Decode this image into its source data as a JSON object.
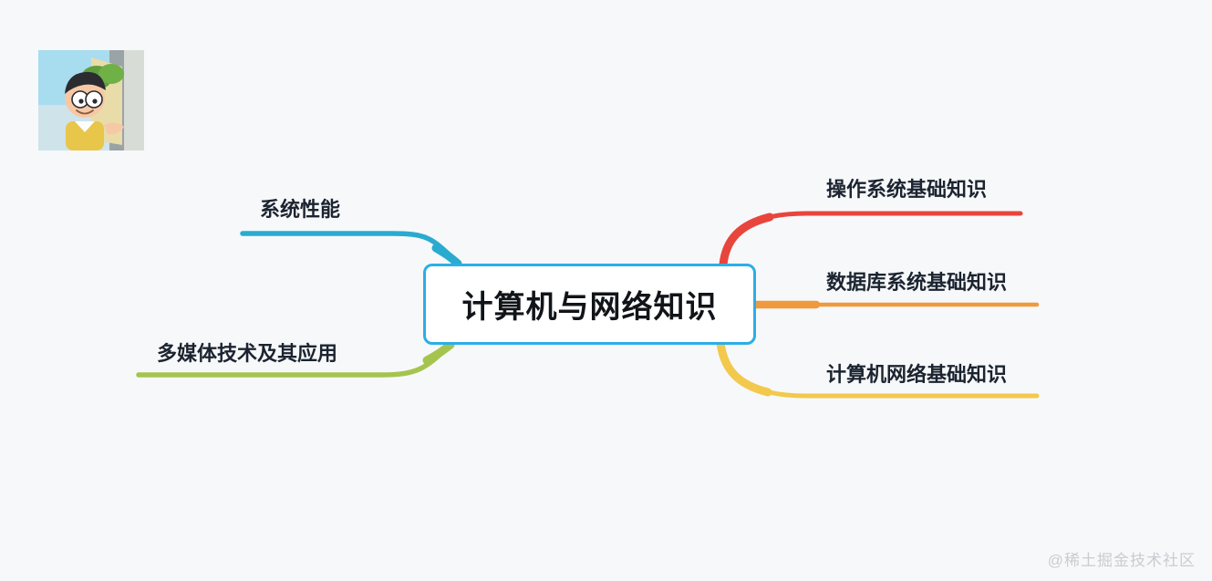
{
  "page": {
    "background_color": "#f7f8fa",
    "watermark": "@稀土掘金技术社区"
  },
  "avatar": {
    "name": "cartoon-character-avatar",
    "description": "动漫人物头像"
  },
  "mindmap": {
    "center": {
      "label": "计算机与网络知识",
      "border_color": "#2baee8",
      "fill_color": "#ffffff",
      "text_color": "#111418"
    },
    "branches": [
      {
        "id": "system-performance",
        "label": "系统性能",
        "color": "#29abd0",
        "side": "left",
        "order": 1
      },
      {
        "id": "multimedia-technology",
        "label": "多媒体技术及其应用",
        "color": "#a5c44d",
        "side": "left",
        "order": 2
      },
      {
        "id": "operating-system",
        "label": "操作系统基础知识",
        "color": "#e8453c",
        "side": "right",
        "order": 1
      },
      {
        "id": "database-system",
        "label": "数据库系统基础知识",
        "color": "#ef9a3d",
        "side": "right",
        "order": 2
      },
      {
        "id": "computer-network",
        "label": "计算机网络基础知识",
        "color": "#f2c94c",
        "side": "right",
        "order": 3
      }
    ]
  }
}
